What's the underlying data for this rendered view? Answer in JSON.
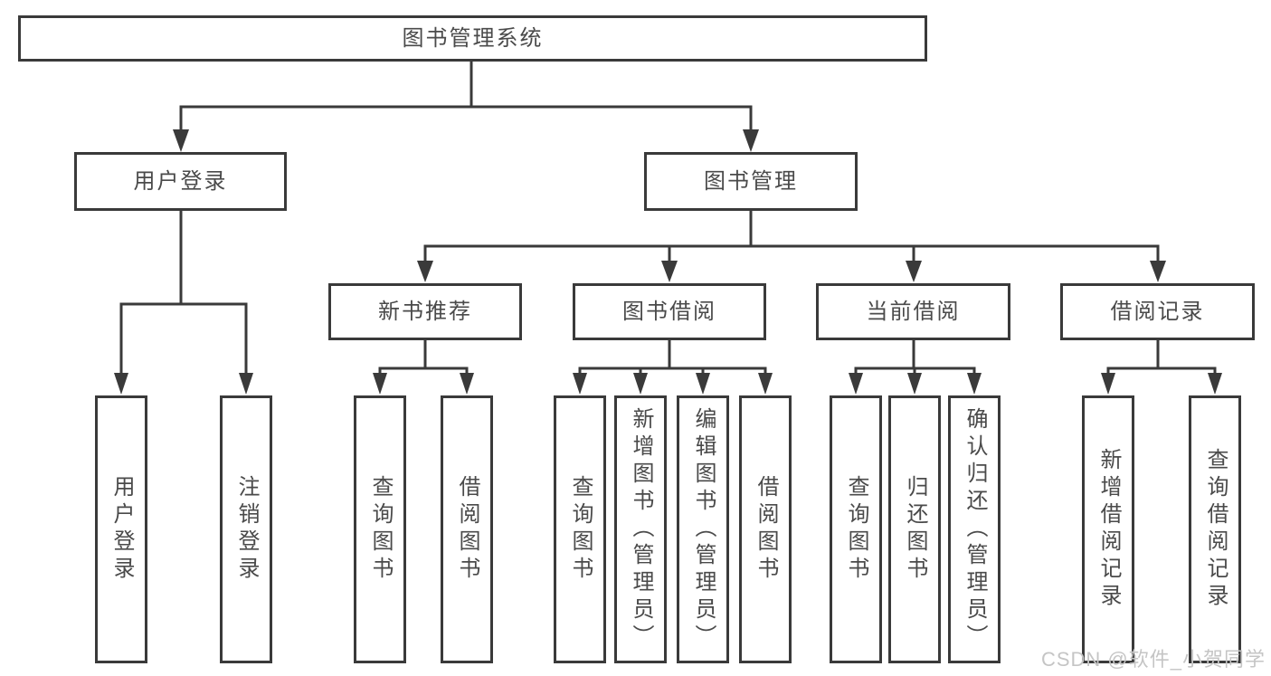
{
  "diagram": {
    "root": {
      "label": "图书管理系统"
    },
    "level2": [
      {
        "label": "用户登录"
      },
      {
        "label": "图书管理"
      }
    ],
    "level3": [
      {
        "label": "新书推荐",
        "parent": "图书管理"
      },
      {
        "label": "图书借阅",
        "parent": "图书管理"
      },
      {
        "label": "当前借阅",
        "parent": "图书管理"
      },
      {
        "label": "借阅记录",
        "parent": "图书管理"
      }
    ],
    "leaves": [
      {
        "label": "用户登录",
        "parent": "用户登录"
      },
      {
        "label": "注销登录",
        "parent": "用户登录"
      },
      {
        "label": "查询图书",
        "parent": "新书推荐"
      },
      {
        "label": "借阅图书",
        "parent": "新书推荐"
      },
      {
        "label": "查询图书",
        "parent": "图书借阅"
      },
      {
        "label": "新增图书（管理员）",
        "parent": "图书借阅"
      },
      {
        "label": "编辑图书（管理员）",
        "parent": "图书借阅"
      },
      {
        "label": "借阅图书",
        "parent": "图书借阅"
      },
      {
        "label": "查询图书",
        "parent": "当前借阅"
      },
      {
        "label": "归还图书",
        "parent": "当前借阅"
      },
      {
        "label": "确认归还（管理员）",
        "parent": "当前借阅"
      },
      {
        "label": "新增借阅记录",
        "parent": "借阅记录"
      },
      {
        "label": "查询借阅记录",
        "parent": "借阅记录"
      }
    ],
    "watermark": "CSDN @软件_小贺同学",
    "colors": {
      "line": "#3a3a3a",
      "text": "#4a4a4a",
      "box_background": "#ffffff",
      "watermark": "#c5c5c5"
    }
  }
}
